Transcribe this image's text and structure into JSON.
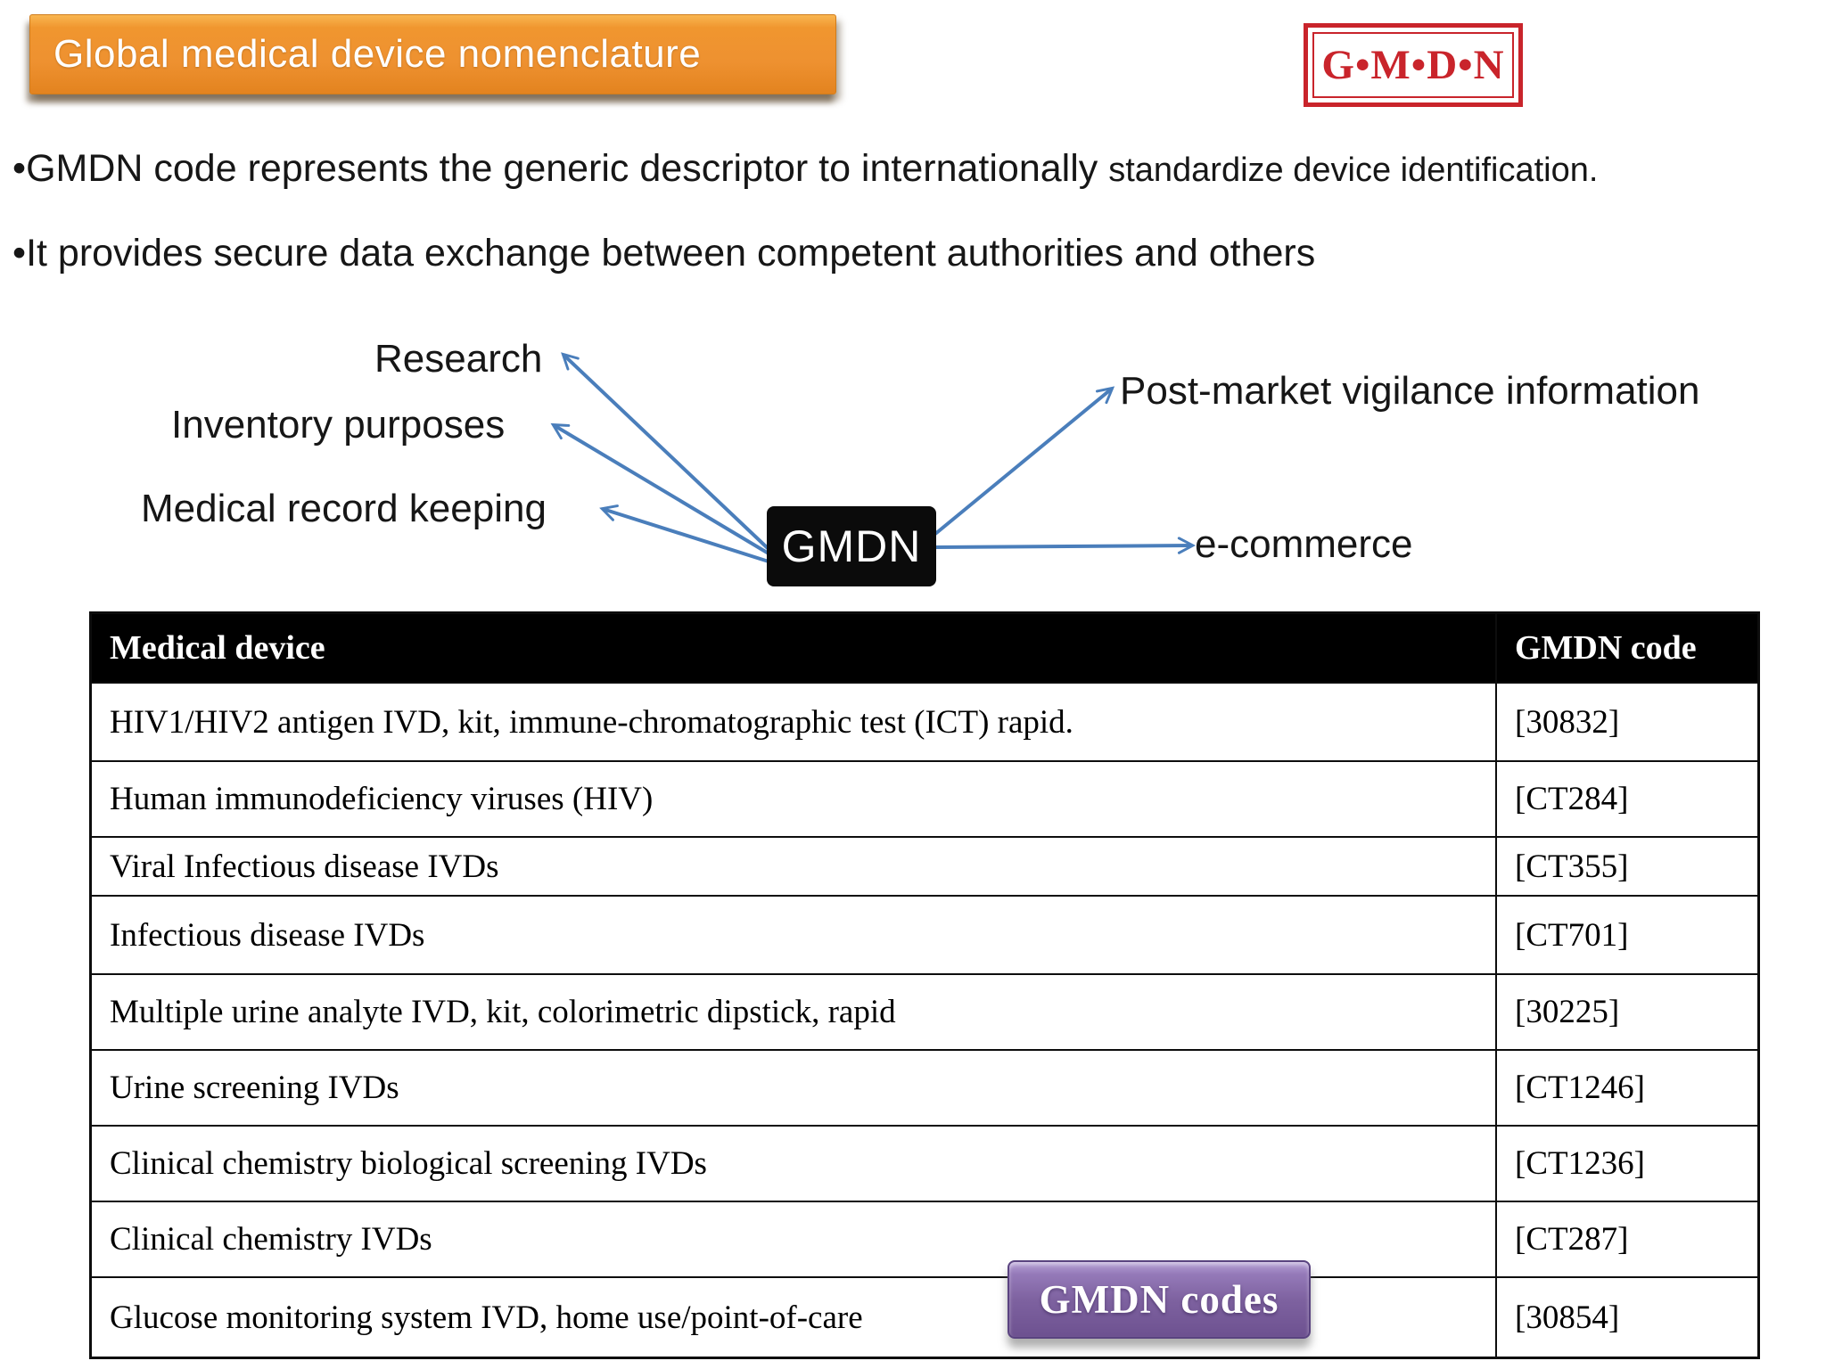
{
  "slide": {
    "title": "Global medical device nomenclature",
    "logo": {
      "text": "G•M•D•N"
    },
    "bullets": [
      {
        "bullet": "•",
        "main": "GMDN code represents the generic descriptor to internationally ",
        "tail": "standardize device identification."
      },
      {
        "bullet": "•",
        "main": "It provides secure data exchange between competent authorities and others",
        "tail": ""
      }
    ],
    "diagram": {
      "center": "GMDN",
      "left_labels": [
        "Research",
        "Inventory purposes",
        "Medical record keeping"
      ],
      "right_labels": [
        "Post-market vigilance information",
        "e-commerce"
      ]
    },
    "table": {
      "headers": [
        "Medical device",
        "GMDN code"
      ],
      "rows": [
        [
          "HIV1/HIV2 antigen IVD, kit, immune-chromatographic test (ICT) rapid.",
          "[30832]"
        ],
        [
          "Human immunodeficiency viruses (HIV)",
          "[CT284]"
        ],
        [
          "Viral Infectious disease IVDs",
          "[CT355]"
        ],
        [
          "Infectious disease IVDs",
          "[CT701]"
        ],
        [
          "Multiple urine analyte IVD, kit, colorimetric dipstick, rapid",
          "[30225]"
        ],
        [
          "Urine screening IVDs",
          "[CT1246]"
        ],
        [
          "Clinical chemistry biological screening IVDs",
          "[CT1236]"
        ],
        [
          "Clinical chemistry IVDs",
          "[CT287]"
        ],
        [
          "Glucose monitoring system IVD, home use/point-of-care",
          "[30854]"
        ]
      ]
    },
    "badge": {
      "label": "GMDN codes"
    },
    "colors": {
      "banner_orange": "#F0962F",
      "logo_red": "#C9242B",
      "arrow_blue": "#4A7EBB",
      "badge_purple": "#7E62A0"
    }
  }
}
